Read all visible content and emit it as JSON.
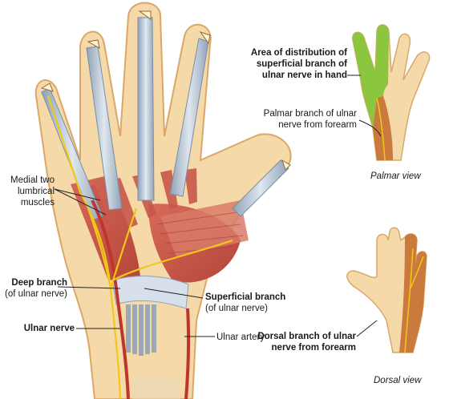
{
  "labels": {
    "area_distribution": [
      "Area of distribution of",
      "superficial branch of",
      "ulnar nerve in hand"
    ],
    "palmar_branch": [
      "Palmar branch of ulnar",
      "nerve from forearm"
    ],
    "palmar_view": "Palmar view",
    "medial_lumbricals": [
      "Medial two",
      "lumbrical",
      "muscles"
    ],
    "deep_branch": "Deep branch",
    "deep_branch_sub": "(of ulnar nerve)",
    "superficial_branch": "Superficial branch",
    "superficial_branch_sub": "(of ulnar nerve)",
    "ulnar_nerve": "Ulnar nerve",
    "ulnar_artery": "Ulnar artery",
    "dorsal_branch": [
      "Dorsal branch of ulnar",
      "nerve from forearm"
    ],
    "dorsal_view": "Dorsal view"
  },
  "colors": {
    "skin": "#f5d9a8",
    "skin_outline": "#d9a869",
    "muscle": "#c8574a",
    "tendon_sheath": "#b8c6d6",
    "nerve": "#f2c818",
    "artery": "#c0352b",
    "ulnar_area_green": "#8cc63f",
    "nerve_zone_brown": "#c97a3c",
    "label_text": "#1a1a1a"
  }
}
